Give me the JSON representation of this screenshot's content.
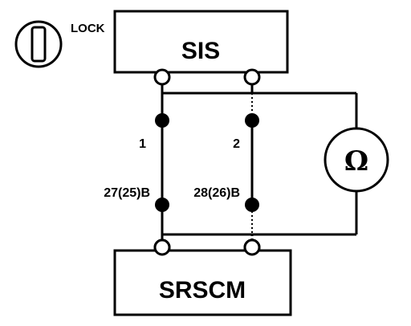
{
  "ignition_switch": {
    "position_label": "LOCK"
  },
  "upper_unit": {
    "label": "SIS"
  },
  "lower_unit": {
    "label": "SRSCM"
  },
  "meter": {
    "symbol": "Ω"
  },
  "pins": {
    "upper_left": "1",
    "upper_right": "2",
    "lower_left": "27(25)B",
    "lower_right": "28(26)B"
  },
  "colors": {
    "ink": "#000000",
    "background": "#ffffff"
  }
}
